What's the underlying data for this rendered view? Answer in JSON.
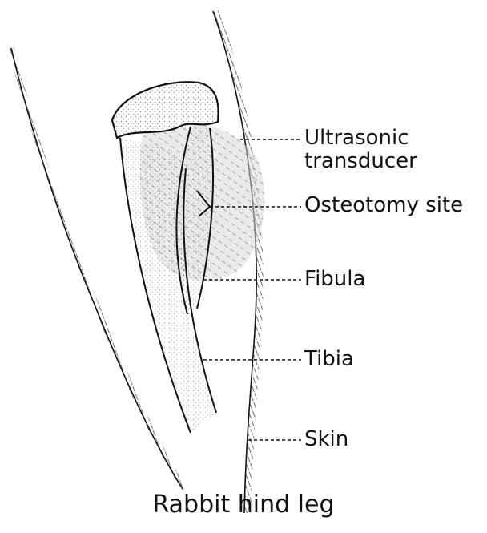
{
  "labels": {
    "ultrasonic_transducer_1": "Ultrasonic",
    "ultrasonic_transducer_2": "transducer",
    "osteotomy_site": "Osteotomy site",
    "fibula": "Fibula",
    "tibia": "Tibia",
    "skin": "Skin"
  },
  "caption": "Rabbit hind leg",
  "colors": {
    "ink": "#111111",
    "transducer_hatch": "#6a6a6a",
    "transducer_fill": "#d9d9d9"
  }
}
